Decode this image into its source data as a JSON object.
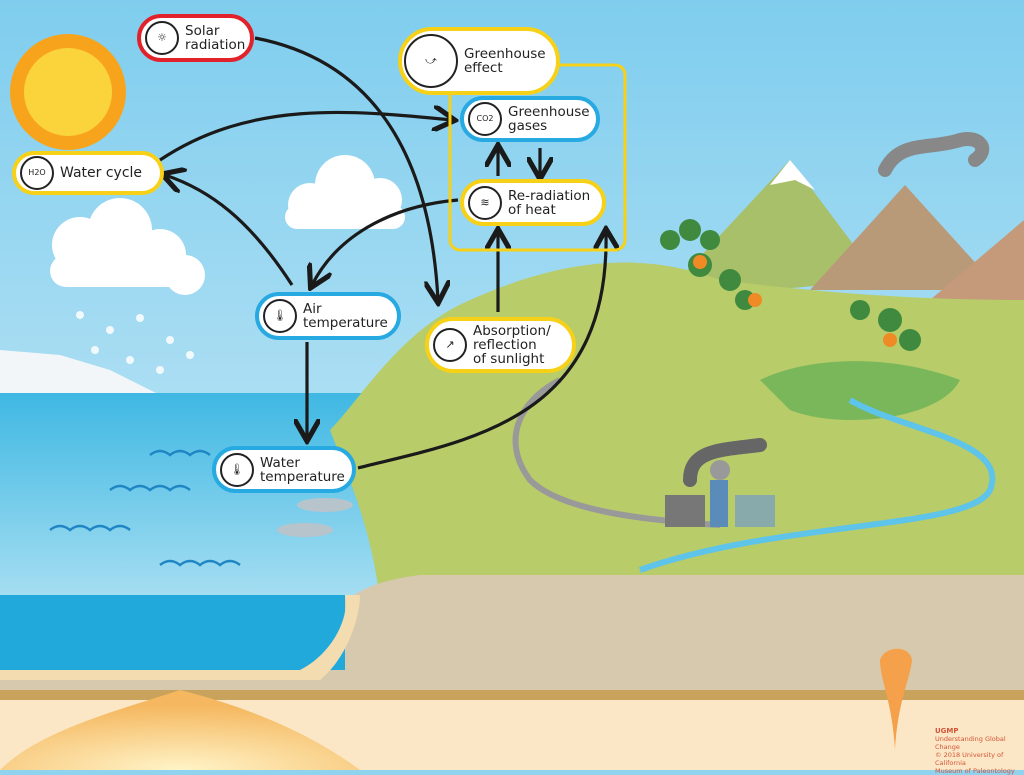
{
  "nodes": {
    "solar_radiation": {
      "label_1": "Solar",
      "label_2": "radiation",
      "border": "#e2222b",
      "icon": "sun-icon"
    },
    "water_cycle": {
      "label": "Water cycle",
      "icon_text": "H2O",
      "border": "#f7d117",
      "icon": "water-cycle-icon"
    },
    "greenhouse_effect": {
      "label_1": "Greenhouse",
      "label_2": "effect",
      "border": "#f7d117",
      "icon": "greenhouse-effect-icon"
    },
    "greenhouse_gases": {
      "label_1": "Greenhouse",
      "label_2": "gases",
      "icon_text": "CO2",
      "border": "#27a9e1",
      "icon": "co2-molecule-icon"
    },
    "re_radiation": {
      "label_1": "Re-radiation",
      "label_2": "of heat",
      "border": "#f7d117",
      "icon": "heat-radiation-icon"
    },
    "air_temperature": {
      "label_1": "Air",
      "label_2": "temperature",
      "border": "#27a9e1",
      "icon": "thermometer-icon"
    },
    "absorption": {
      "label_1": "Absorption/",
      "label_2": "reflection",
      "label_3": "of sunlight",
      "border": "#f7d117",
      "icon": "sunlight-reflection-icon"
    },
    "water_temperature": {
      "label_1": "Water",
      "label_2": "temperature",
      "border": "#27a9e1",
      "icon": "thermometer-icon"
    }
  },
  "credit": {
    "logo": "UGMP",
    "line_1": "Understanding Global Change",
    "line_2": "© 2018 University of California",
    "line_3": "Museum of Paleontology"
  },
  "colors": {
    "sky": "#8fd3ef",
    "sea": "#4cc0e6",
    "land": "#b8cc6a",
    "sand": "#d7c9ad",
    "arrow": "#1a1a1a"
  }
}
